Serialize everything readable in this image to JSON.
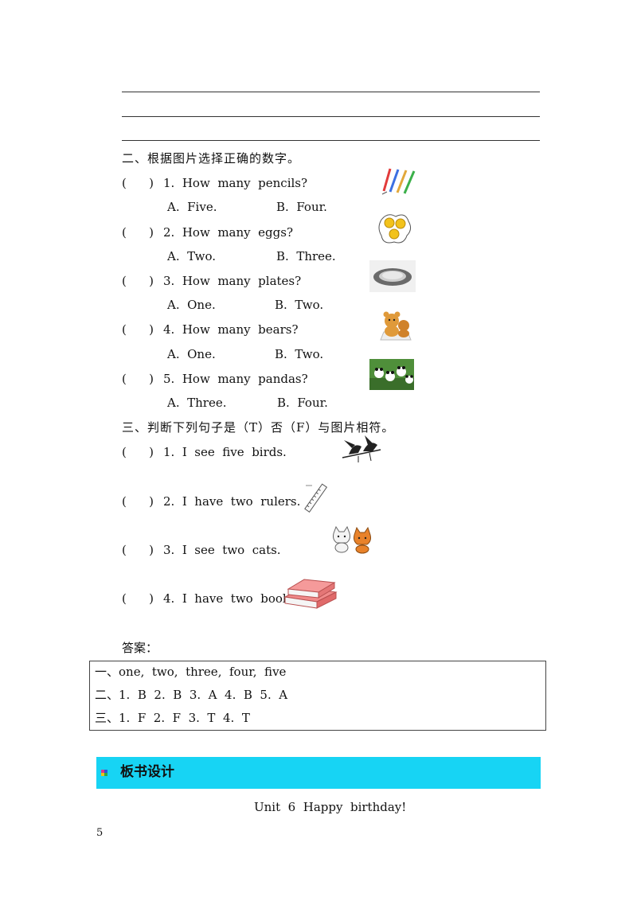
{
  "section2": {
    "title": "二、根据图片选择正确的数字。",
    "questions": [
      {
        "paren_open": "(",
        "paren_close": ")",
        "q": "1.  How  many  pencils?",
        "a": "A.  Five.",
        "b": "B.  Four.",
        "icon": "pencils-icon"
      },
      {
        "paren_open": "(",
        "paren_close": ")",
        "q": "2.  How  many  eggs?",
        "a": "A.  Two.",
        "b": "B.  Three.",
        "icon": "eggs-icon"
      },
      {
        "paren_open": "(",
        "paren_close": ")",
        "q": "3.  How  many  plates?",
        "a": "A.  One.",
        "b": "B.  Two.",
        "icon": "plate-icon"
      },
      {
        "paren_open": "(",
        "paren_close": ")",
        "q": "4.  How  many  bears?",
        "a": "A.  One.",
        "b": "B.  Two.",
        "icon": "bears-icon"
      },
      {
        "paren_open": "(",
        "paren_close": ")",
        "q": "5.  How  many  pandas?",
        "a": "A.  Three.",
        "b": "B.  Four.",
        "icon": "pandas-icon"
      }
    ]
  },
  "section3": {
    "title": "三、判断下列句子是（T）否（F）与图片相符。",
    "questions": [
      {
        "paren_open": "(",
        "paren_close": ")",
        "q": "1.  I  see  five  birds.",
        "icon": "birds-icon"
      },
      {
        "paren_open": "(",
        "paren_close": ")",
        "q": "2.  I  have  two  rulers.",
        "icon": "ruler-icon"
      },
      {
        "paren_open": "(",
        "paren_close": ")",
        "q": "3.  I  see  two  cats.",
        "icon": "cats-icon"
      },
      {
        "paren_open": "(",
        "paren_close": ")",
        "q": "4.  I  have  two  books.",
        "icon": "books-icon"
      }
    ]
  },
  "answers": {
    "label": "答案：",
    "lines": [
      "一、one,  two,  three,  four,  five",
      "二、1.  B  2.  B  3.  A  4.  B  5.  A",
      "三、1.  F  2.  F  3.  T  4.  T"
    ]
  },
  "banner": {
    "title": "板书设计",
    "color": "#17d4f4"
  },
  "footer": {
    "unit_title": "Unit  6  Happy  birthday!",
    "page_number": "5"
  }
}
